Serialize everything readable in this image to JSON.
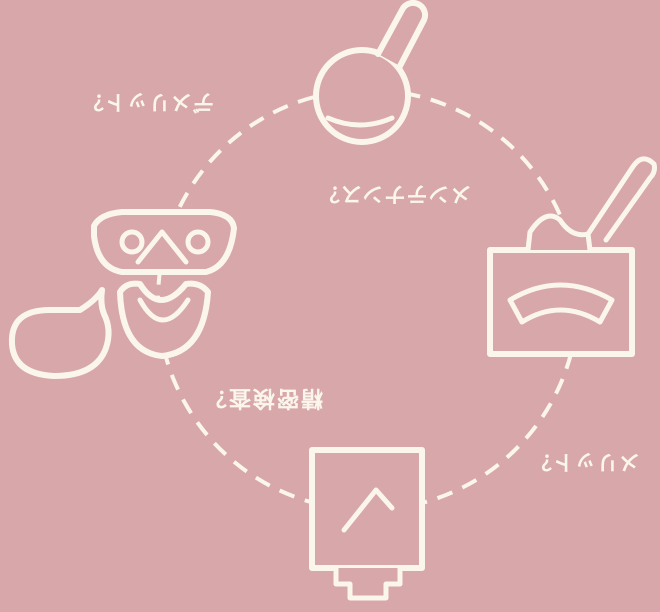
{
  "diagram": {
    "background": "#d8a7aa",
    "line_color": "#fbf6ec",
    "labels": {
      "demerit_top": "デメリット？",
      "maintenance": "メンテナンス？",
      "inspection": "精密検査？",
      "merit": "メリット？"
    },
    "icons": [
      "magnifier-icon",
      "meter-icon",
      "chart-board-icon",
      "robot-face-icon",
      "speech-bubble-icon"
    ]
  }
}
